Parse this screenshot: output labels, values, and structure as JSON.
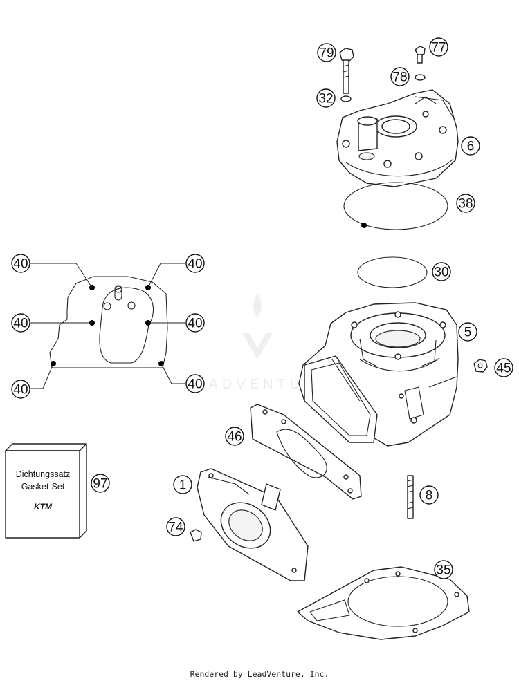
{
  "callouts": {
    "c79": "79",
    "c77": "77",
    "c78": "78",
    "c32": "32",
    "c6": "6",
    "c38": "38",
    "c30": "30",
    "c5": "5",
    "c45": "45",
    "c46": "46",
    "c1": "1",
    "c8": "8",
    "c74": "74",
    "c35": "35",
    "c97": "97",
    "c40_top_left": "40",
    "c40_top_right": "40",
    "c40_mid_left": "40",
    "c40_mid_right": "40",
    "c40_bottom_left": "40",
    "c40_bottom_right": "40"
  },
  "gasket_set": {
    "line1": "Dichtungssatz",
    "line2": "Gasket-Set",
    "brand": "KTM"
  },
  "watermark": "LEADVENTURE",
  "footer": "Rendered by LeadVenture, Inc."
}
